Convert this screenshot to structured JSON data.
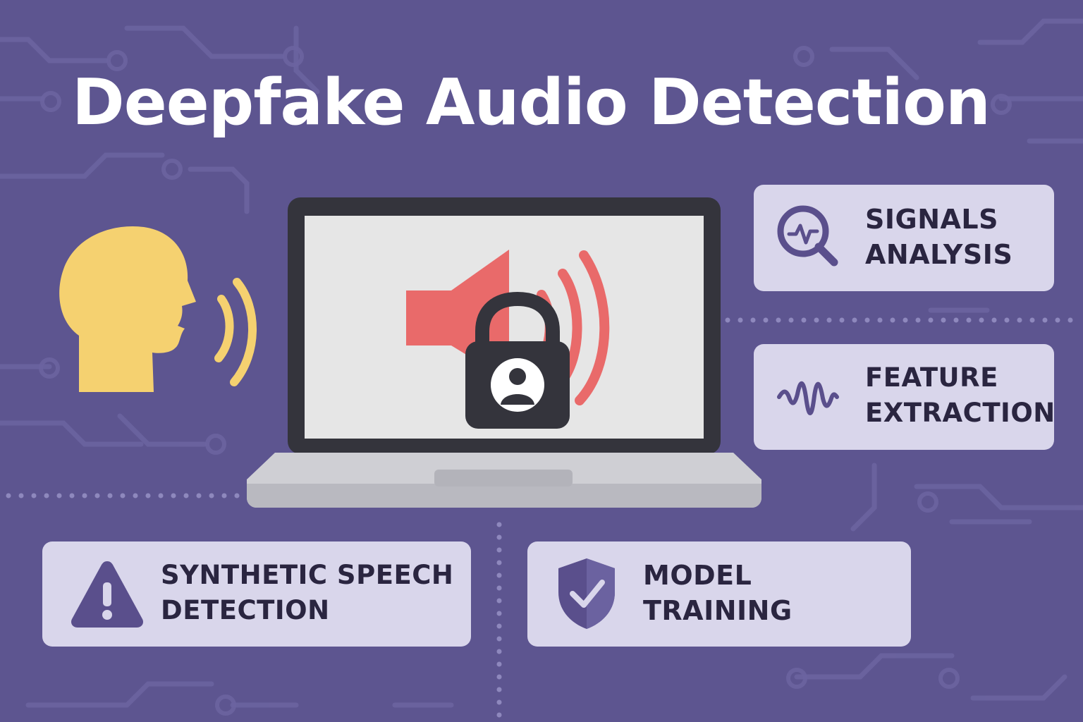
{
  "title": "Deepfake Audio Detection",
  "colors": {
    "background": "#5d5590",
    "card_background": "#d9d6eb",
    "accent_purple": "#5a4f8c",
    "speaker_red": "#e96a6a",
    "head_yellow": "#f5d170",
    "laptop_dark": "#34343c",
    "screen": "#e6e6e6",
    "text_dark": "#2a2540",
    "title_text": "#ffffff"
  },
  "illustration": {
    "speaker_icon": "speaking-head-icon",
    "laptop_icon": "laptop-icon",
    "screen_icons": [
      "speaker-volume-icon",
      "padlock-user-icon"
    ]
  },
  "cards": {
    "signals": {
      "icon": "magnifier-waveform-icon",
      "line1": "SIGNALS",
      "line2": "ANALYSIS"
    },
    "feature": {
      "icon": "waveform-icon",
      "line1": "FEATURE",
      "line2": "EXTRACTION"
    },
    "synthetic": {
      "icon": "warning-triangle-icon",
      "line1": "SYNTHETIC SPEECH",
      "line2": "DETECTION"
    },
    "model": {
      "icon": "shield-check-icon",
      "line1": "MODEL",
      "line2": "TRAINING"
    }
  }
}
